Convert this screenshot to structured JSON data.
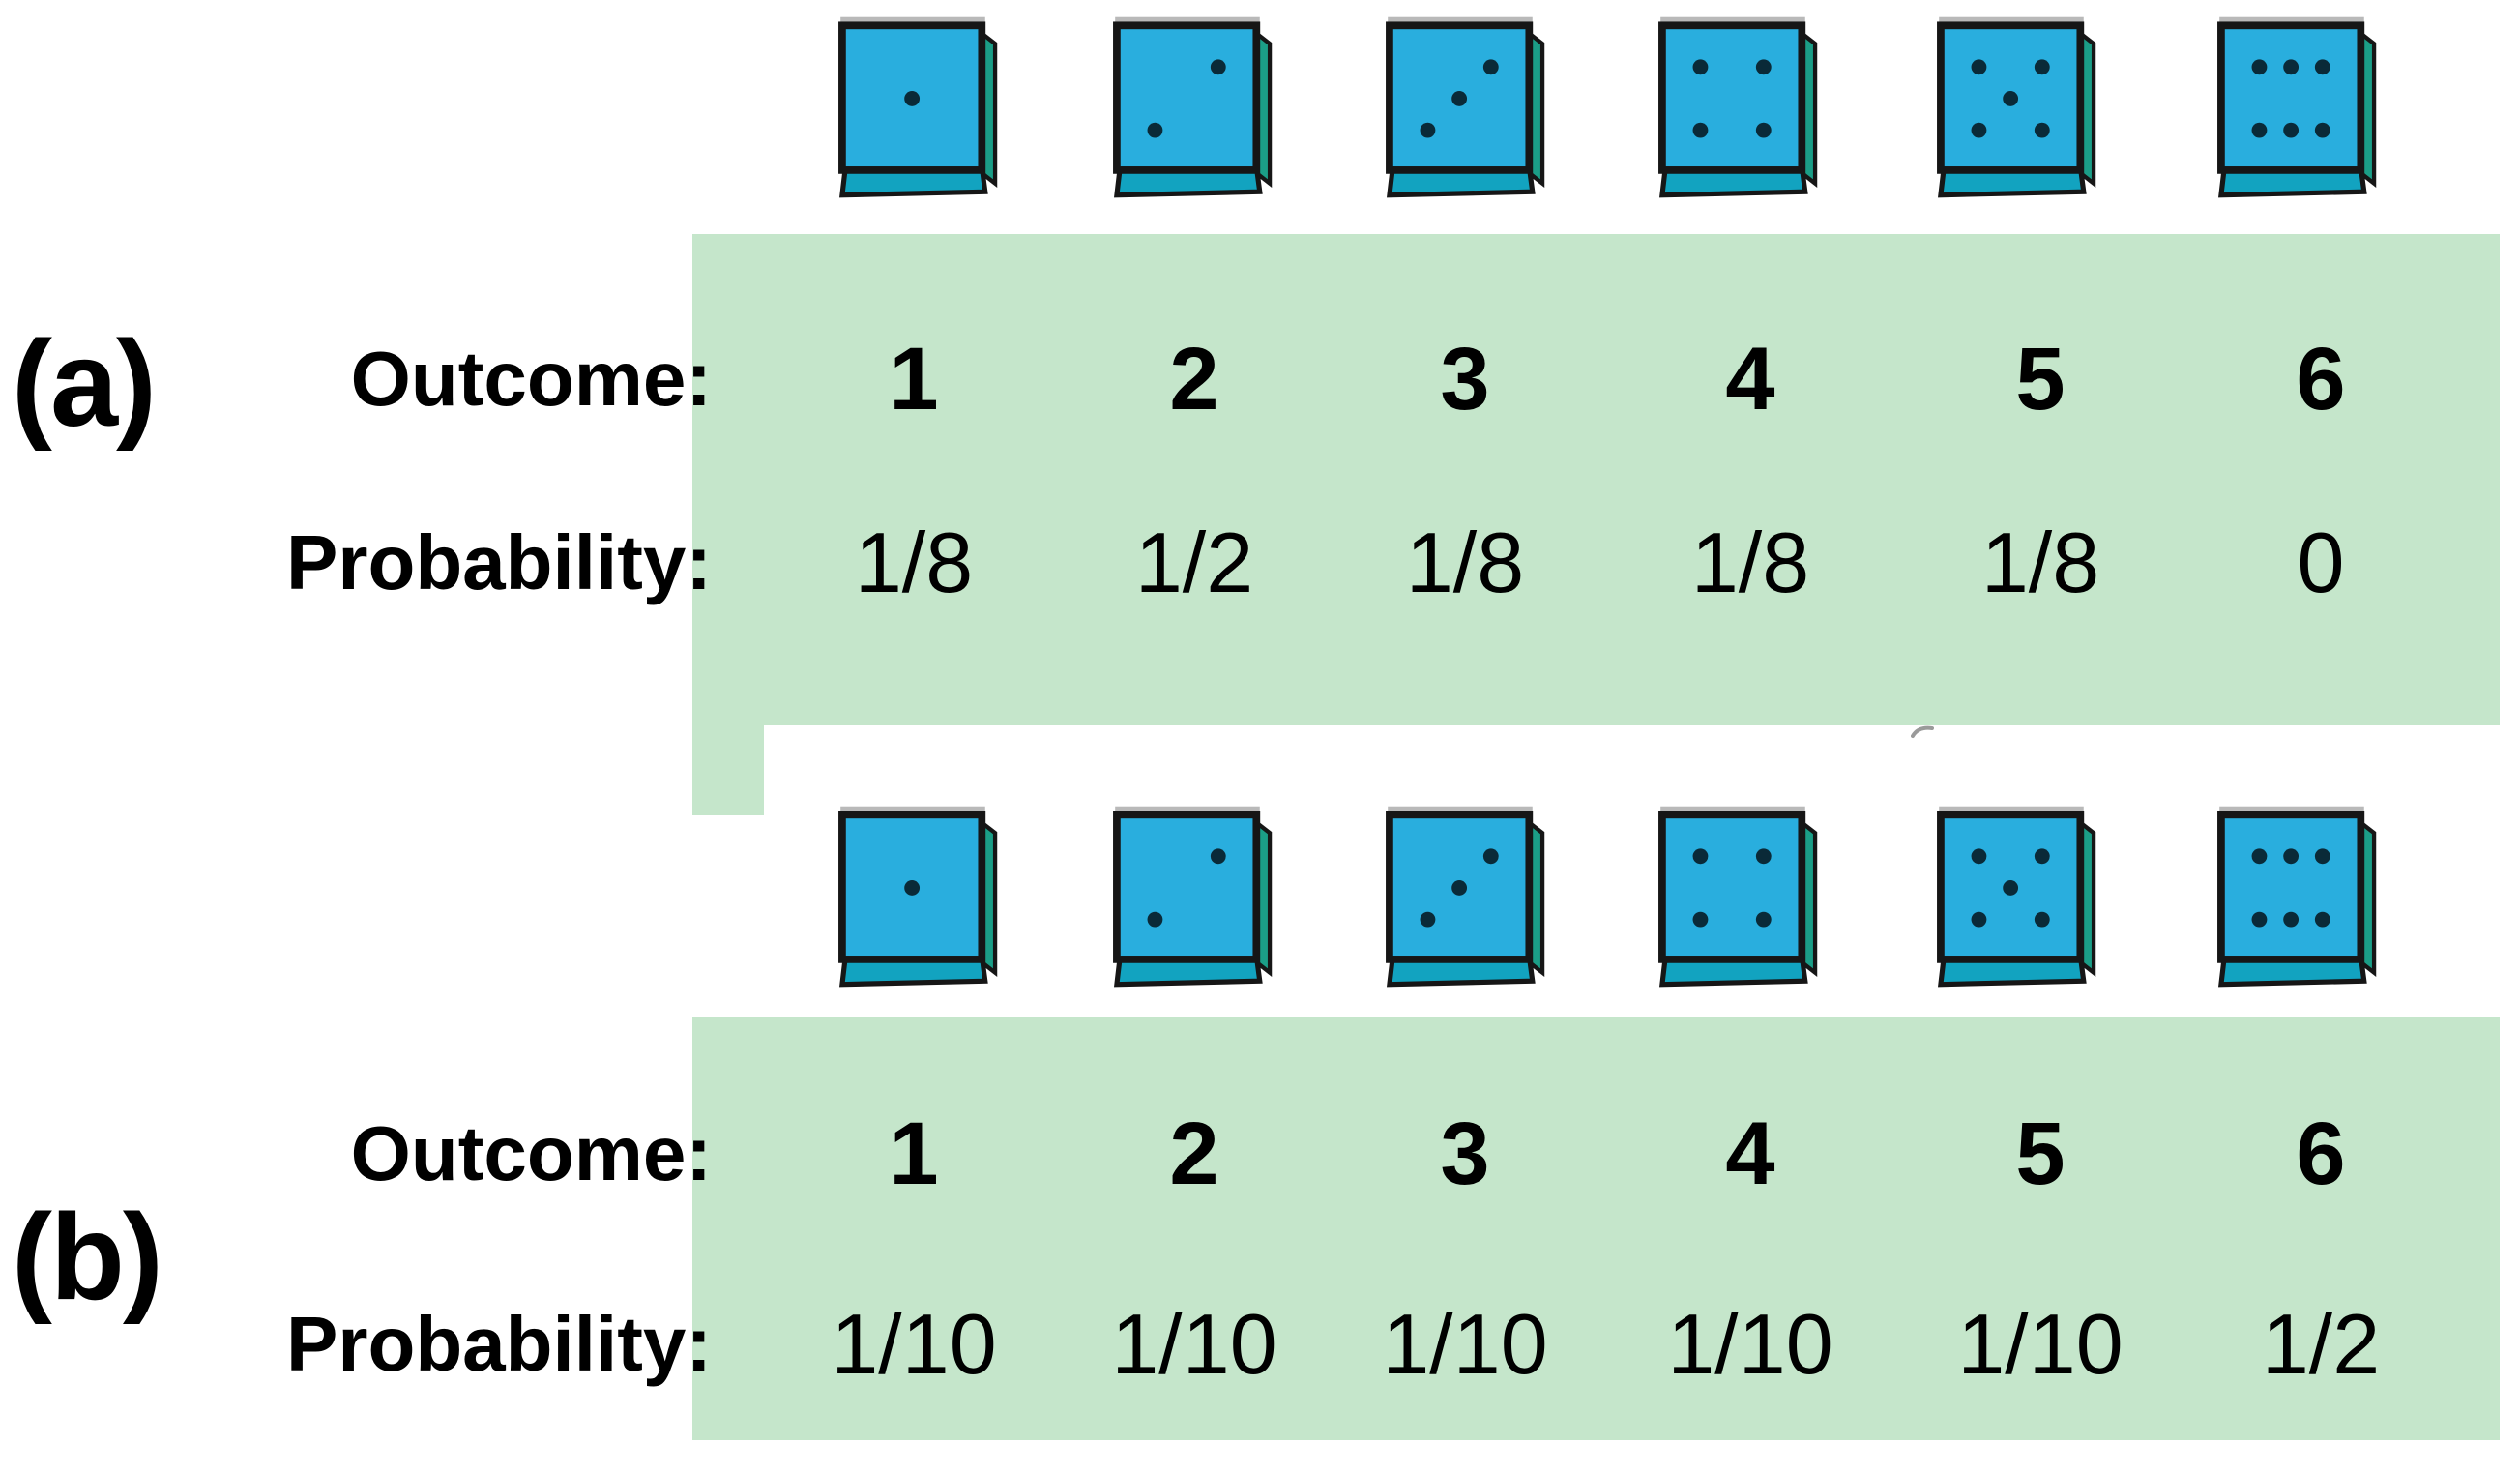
{
  "figure": {
    "panel_a": {
      "label": "(a)",
      "outcome_label": "Outcome:",
      "probability_label": "Probability:",
      "outcomes": [
        "1",
        "2",
        "3",
        "4",
        "5",
        "6"
      ],
      "probabilities": [
        "1/8",
        "1/2",
        "1/8",
        "1/8",
        "1/8",
        "0"
      ],
      "dice_values": [
        1,
        2,
        3,
        4,
        5,
        6
      ]
    },
    "panel_b": {
      "label": "(b)",
      "outcome_label": "Outcome:",
      "probability_label": "Probability:",
      "outcomes": [
        "1",
        "2",
        "3",
        "4",
        "5",
        "6"
      ],
      "probabilities": [
        "1/10",
        "1/10",
        "1/10",
        "1/10",
        "1/10",
        "1/2"
      ],
      "dice_values": [
        1,
        2,
        3,
        4,
        5,
        6
      ]
    }
  },
  "colors": {
    "table_bg": "#c5e6cb",
    "die_face": "#29aede",
    "die_bottom": "#12a3c0",
    "die_side": "#1b9e87",
    "die_outline": "#161616",
    "pip": "#0a2a38",
    "text": "#000000",
    "stray_mark": "#9a9a9a"
  },
  "chart_data": [
    {
      "type": "table",
      "title": "(a)",
      "row_headers": [
        "Outcome:",
        "Probability:"
      ],
      "columns": [
        "1",
        "2",
        "3",
        "4",
        "5",
        "6"
      ],
      "rows": [
        [
          "1",
          "2",
          "3",
          "4",
          "5",
          "6"
        ],
        [
          "1/8",
          "1/2",
          "1/8",
          "1/8",
          "1/8",
          "0"
        ]
      ]
    },
    {
      "type": "table",
      "title": "(b)",
      "row_headers": [
        "Outcome:",
        "Probability:"
      ],
      "columns": [
        "1",
        "2",
        "3",
        "4",
        "5",
        "6"
      ],
      "rows": [
        [
          "1",
          "2",
          "3",
          "4",
          "5",
          "6"
        ],
        [
          "1/10",
          "1/10",
          "1/10",
          "1/10",
          "1/10",
          "1/2"
        ]
      ]
    }
  ]
}
